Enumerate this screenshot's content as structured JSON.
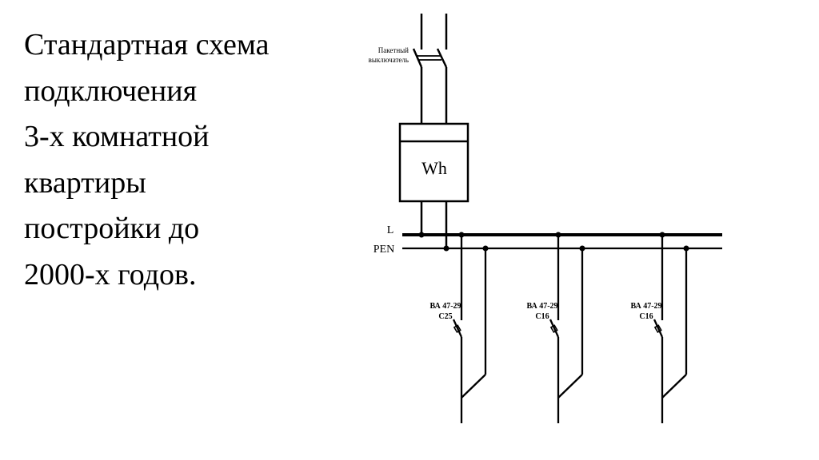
{
  "slide": {
    "title_lines": [
      "Стандартная схема",
      "подключения",
      "3-х комнатной",
      "квартиры",
      "постройки до",
      "2000-х годов."
    ]
  },
  "diagram": {
    "switch_label_line1": "Пакетный",
    "switch_label_line2": "выключатель",
    "meter_label": "Wh",
    "bus_l_label": "L",
    "bus_pen_label": "PEN",
    "breakers": [
      {
        "model": "ВА 47-29",
        "rating": "C25"
      },
      {
        "model": "ВА 47-29",
        "rating": "C16"
      },
      {
        "model": "ВА 47-29",
        "rating": "C16"
      }
    ]
  }
}
